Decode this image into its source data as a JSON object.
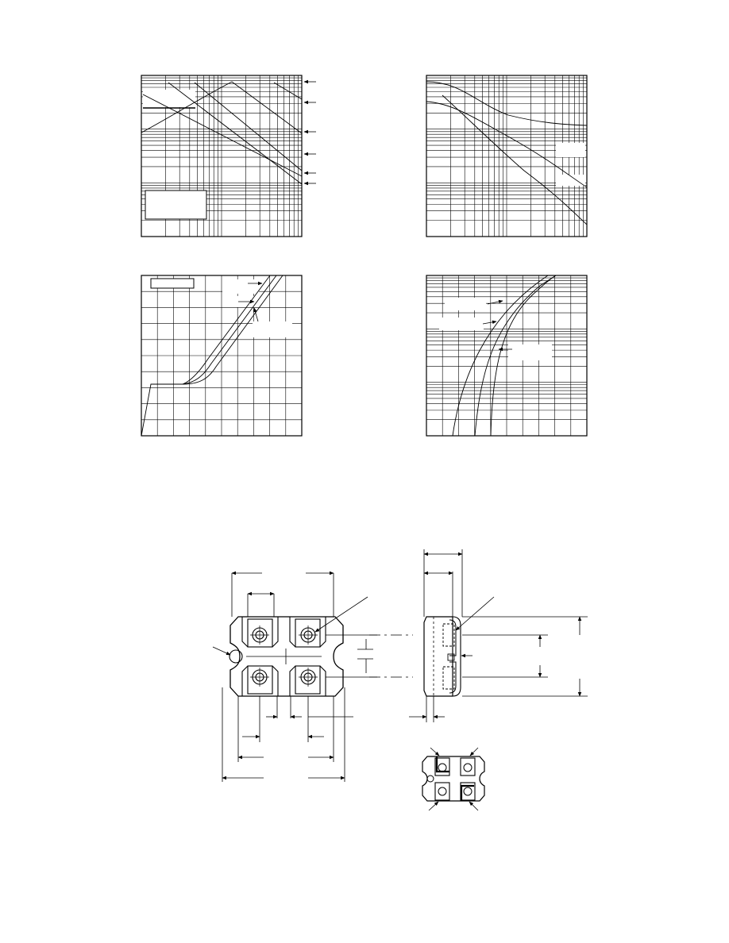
{
  "page": {
    "background": "#ffffff",
    "ink": "#000000"
  },
  "charts": [
    {
      "id": "top-left",
      "grid": "log-log",
      "curves": 6
    },
    {
      "id": "top-right",
      "grid": "log-log",
      "curves": 3
    },
    {
      "id": "bottom-left",
      "grid": "linear",
      "curves": 3
    },
    {
      "id": "bottom-right",
      "grid": "log-linear",
      "curves": 3
    }
  ],
  "drawing": {
    "views": [
      "top-view",
      "side-view",
      "pin-configuration"
    ],
    "holes": 4
  }
}
